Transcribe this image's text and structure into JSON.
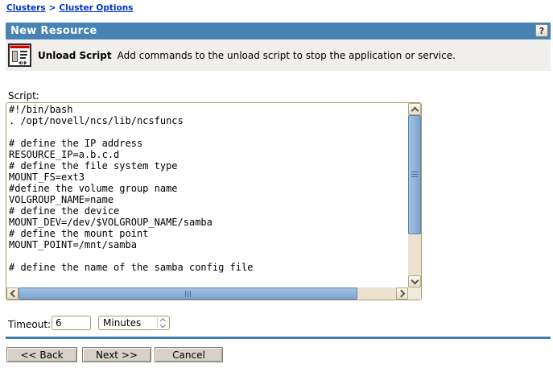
{
  "breadcrumb": {
    "separator": ">",
    "items": [
      {
        "label": "Clusters"
      },
      {
        "label": "Cluster Options"
      }
    ]
  },
  "header": {
    "title": "New Resource",
    "help_label": "?"
  },
  "step": {
    "title": "Unload Script",
    "description": "Add commands to the unload script to stop the application or service.",
    "icon": "unload-script-icon"
  },
  "script": {
    "label": "Script:",
    "content": "#!/bin/bash\n. /opt/novell/ncs/lib/ncsfuncs\n\n# define the IP address\nRESOURCE_IP=a.b.c.d\n# define the file system type\nMOUNT_FS=ext3\n#define the volume group name\nVOLGROUP_NAME=name\n# define the device\nMOUNT_DEV=/dev/$VOLGROUP_NAME/samba\n# define the mount point\nMOUNT_POINT=/mnt/samba\n\n# define the name of the samba config file"
  },
  "timeout": {
    "label": "Timeout:",
    "value": "6",
    "unit": "Minutes"
  },
  "buttons": {
    "back": "<< Back",
    "next": "Next >>",
    "cancel": "Cancel"
  },
  "colors": {
    "header_bg": "#4784b5",
    "divider": "#3d7db3",
    "link": "#0033cc",
    "step_bg": "#f0efec",
    "field_border": "#a89968",
    "scrollbar_thumb": "#7aa5d2",
    "scrollbar_track": "#ebe3cf",
    "button_bg": "#d6d2c9"
  }
}
